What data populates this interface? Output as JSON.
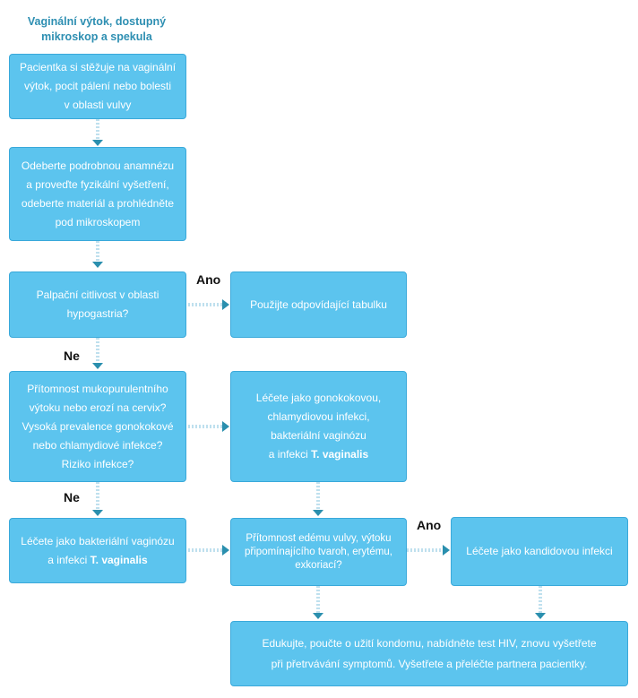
{
  "title": "Vaginální výtok, dostupný\nmikroskop a spekula",
  "boxes": {
    "complaint": "Pacientka si stěžuje na vaginální\nvýtok, pocit pálení nebo bolesti\nv oblasti vulvy",
    "history": "Odeberte podrobnou anamnézu\na proveďte fyzikální vyšetření,\nodeberte materiál a prohlédněte\npod mikroskopem",
    "tenderness": "Palpační citlivost v oblasti\nhypogastria?",
    "table": "Použijte odpovídající tabulku",
    "mucopurulent": "Přítomnost mukopurulentního\nvýtoku nebo erozí na cervix?\nVysoká prevalence gonokokové\nnebo chlamydiové infekce?\nRiziko infekce?",
    "treat_gono_text": "Léčete jako gonokokovou,\nchlamydiovou infekci,\nbakteriální vaginózu\na infekci ",
    "treat_bv_text": "Léčete jako bakteriální vaginózu\na infekci ",
    "t_vaginalis": "T. vaginalis",
    "oedema": "Přítomnost edému vulvy, výtoku\npřipomínajícího tvaroh, erytému,\nexkoriací?",
    "candida": "Léčete jako kandidovou infekci",
    "educate": "Edukujte, poučte o užití kondomu, nabídněte test HIV, znovu vyšetřete\npři přetrvávání symptomů. Vyšetřete a přeléčte partnera pacientky."
  },
  "labels": {
    "yes_tenderness": "Ano",
    "no_tenderness": "Ne",
    "no_mucopurulent": "Ne",
    "yes_oedema": "Ano"
  },
  "colors": {
    "box_fill": "#5cc4ee",
    "box_border": "#3aa9da",
    "connector": "#bfe0ee",
    "arrowhead": "#2a8fae",
    "title": "#2e8fb2"
  }
}
